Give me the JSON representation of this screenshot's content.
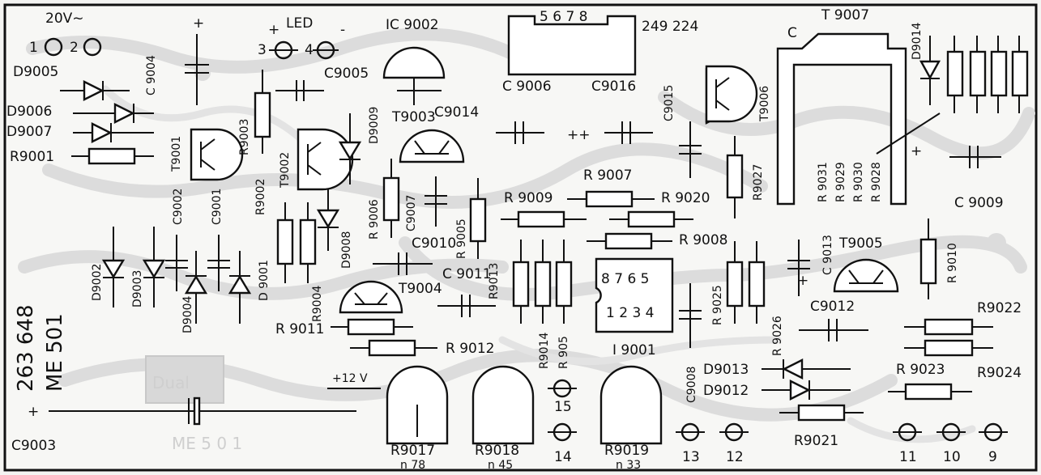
{
  "power": {
    "supply": "20V~",
    "pin1": "1",
    "pin2": "2",
    "plus12": "+12 V"
  },
  "led": {
    "label": "LED",
    "pin3": "3",
    "pin4": "4",
    "plus": "+",
    "minus": "-"
  },
  "plus_marks": {
    "plus": "+",
    "dots": "++"
  },
  "board_id": {
    "number": "263 648",
    "model": "ME 501"
  },
  "watermark": {
    "logo": "Dual",
    "model": "ME 5 0 1"
  },
  "ic": {
    "ic9002": "IC 9002",
    "connector_pins": "5 6 7 8",
    "connector_code": "249 224",
    "ic9001": "I 9001",
    "ic9001_pins_top": "8 7 6 5",
    "ic9001_pins_bottom": "1 2 3 4"
  },
  "diodes": {
    "d9005": "D9005",
    "d9006": "D9006",
    "d9007": "D9007",
    "d9002": "D9002",
    "d9003": "D9003",
    "d9004": "D9004",
    "d9001": "D 9001",
    "d9009": "D9009",
    "d9008": "D9008",
    "d9013": "D9013",
    "d9012": "D9012",
    "d9014": "D9014"
  },
  "transistors": {
    "t9001": "T9001",
    "t9002": "T9002",
    "t9003": "T9003",
    "t9004": "T9004",
    "t9005": "T9005",
    "t9006": "T9006",
    "t9007": "T 9007"
  },
  "capacitors": {
    "c9004": "C 9004",
    "c9005": "C9005",
    "c9002": "C9002",
    "c9001": "C9001",
    "c9003": "C9003",
    "c9014": "C9014",
    "c9006": "C 9006",
    "c9016": "C9016",
    "c9015": "C9015",
    "c9007": "C9007",
    "c9010": "C9010",
    "c9011": "C 9011",
    "c9013": "C 9013",
    "c9012": "C9012",
    "c9008": "C9008",
    "c9009": "C 9009",
    "c_t9007": "C"
  },
  "resistors": {
    "r9001": "R9001",
    "r9003": "R9003",
    "r9002": "R9002",
    "r9004": "R9004",
    "r9006": "R 9006",
    "r9005": "R 9005",
    "r9007": "R 9007",
    "r9009": "R 9009",
    "r9020": "R 9020",
    "r9008": "R 9008",
    "r9013": "R9013",
    "r9014": "R9014",
    "r9015": "R 905",
    "r9011": "R 9011",
    "r9012": "R 9012",
    "r9027": "R9027",
    "r9025": "R 9025",
    "r9026": "R 9026",
    "r9031": "R 9031",
    "r9029": "R 9029",
    "r9030": "R 9030",
    "r9028": "R 9028",
    "r9010": "R 9010",
    "r9022": "R9022",
    "r9023": "R 9023",
    "r9024": "R9024",
    "r9021": "R9021",
    "r9017": "R9017",
    "r9018": "R9018",
    "r9019": "R9019"
  },
  "pots": {
    "p9017": "n 78",
    "p9018": "n 45",
    "p9019": "n 33"
  },
  "terminals": {
    "t15": "15",
    "t14": "14",
    "t13": "13",
    "t12": "12",
    "t11": "11",
    "t10": "10",
    "t9": "9"
  }
}
